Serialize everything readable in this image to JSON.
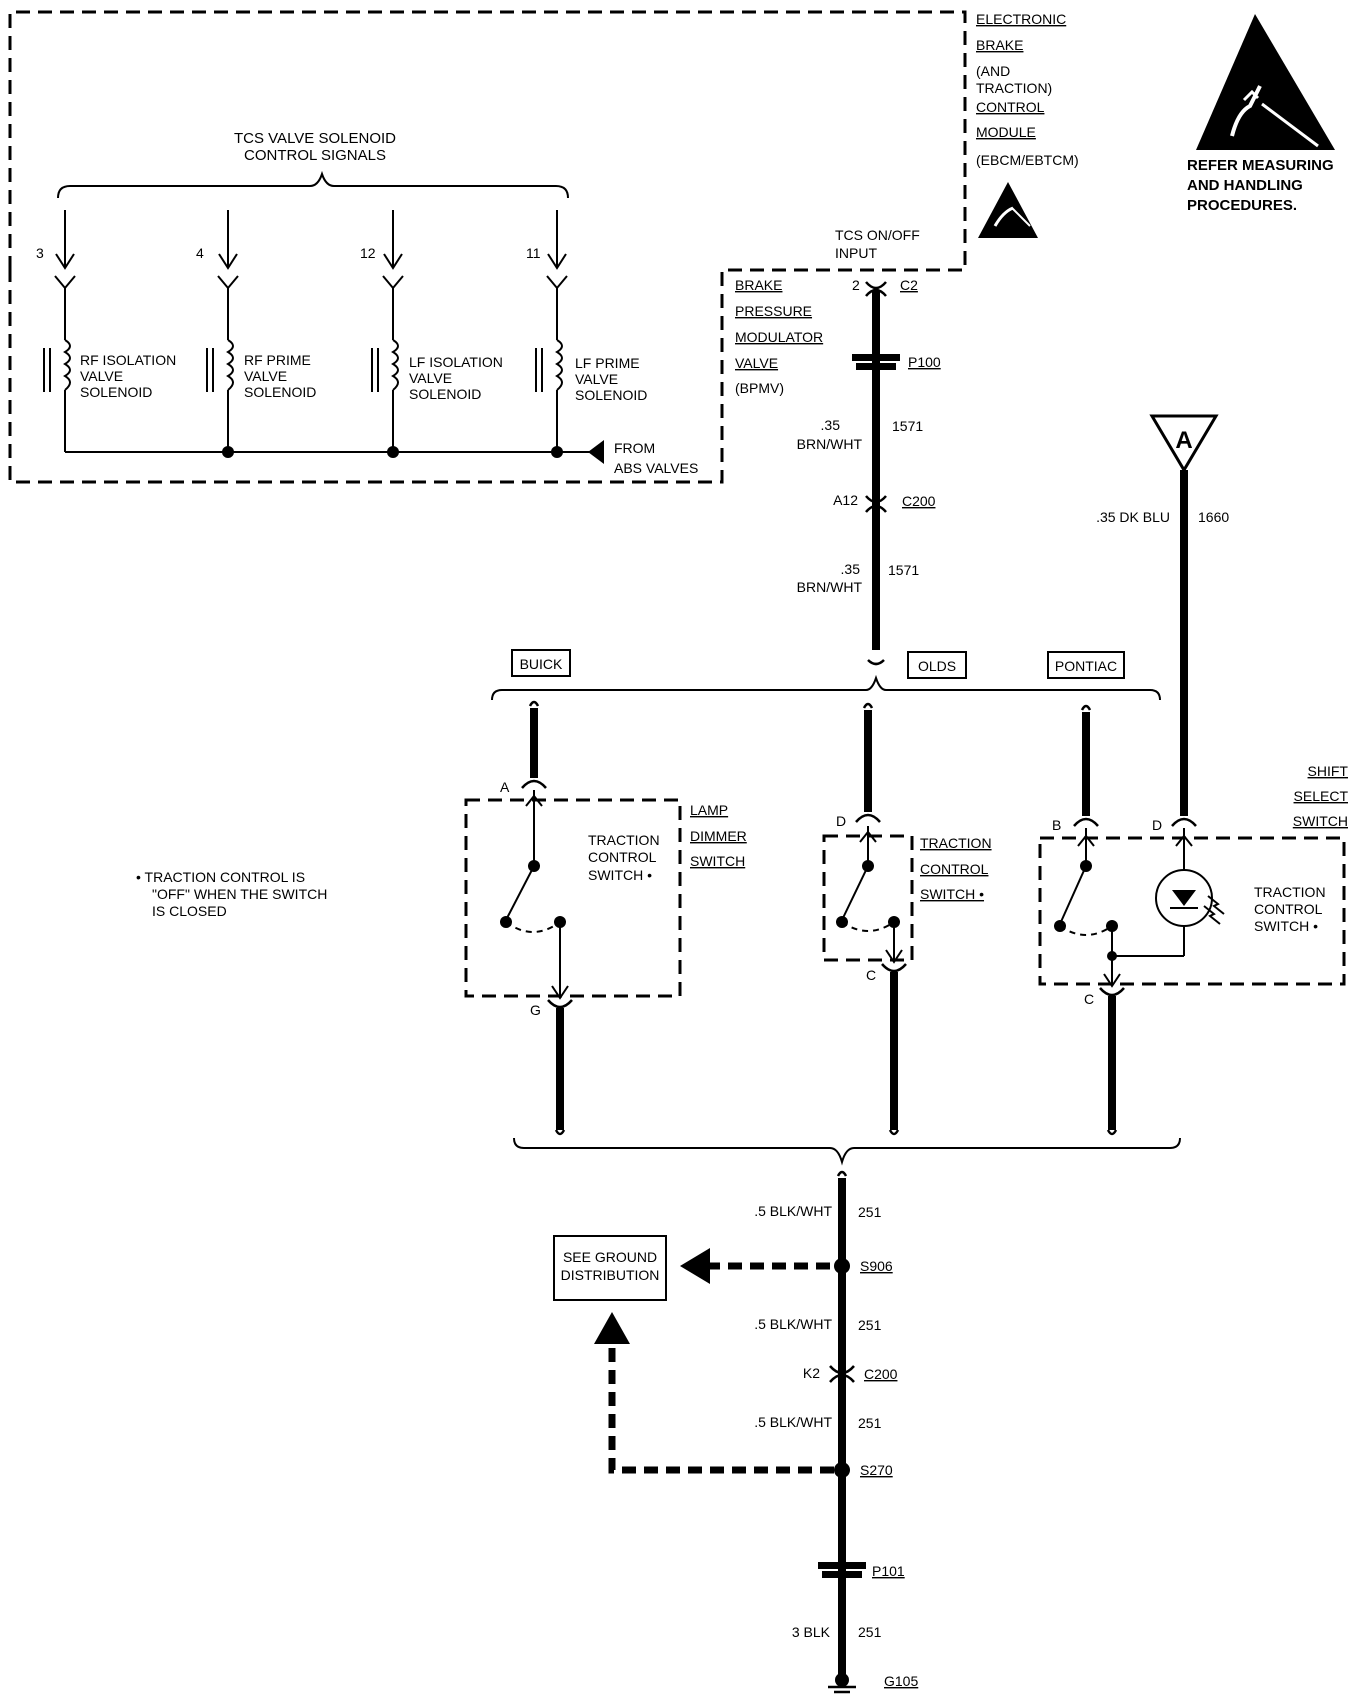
{
  "module": {
    "lines": [
      "ELECTRONIC",
      "BRAKE",
      "(AND",
      "TRACTION)",
      "CONTROL",
      "MODULE",
      "(EBCM/EBTCM)"
    ]
  },
  "warning": {
    "lines": [
      "REFER MEASURING",
      "AND HANDLING",
      "PROCEDURES."
    ],
    "icon": "esd-warning-icon"
  },
  "tcs_signals": {
    "lines": [
      "TCS VALVE SOLENOID",
      "CONTROL SIGNALS"
    ],
    "pins": [
      "3",
      "4",
      "12",
      "11"
    ]
  },
  "solenoids": [
    {
      "lines": [
        "RF ISOLATION",
        "VALVE",
        "SOLENOID"
      ]
    },
    {
      "lines": [
        "RF PRIME",
        "VALVE",
        "SOLENOID"
      ]
    },
    {
      "lines": [
        "LF ISOLATION",
        "VALVE",
        "SOLENOID"
      ]
    },
    {
      "lines": [
        "LF PRIME",
        "VALVE",
        "SOLENOID"
      ]
    }
  ],
  "from_abs": [
    "FROM",
    "ABS VALVES"
  ],
  "bpmv": {
    "lines": [
      "BRAKE",
      "PRESSURE",
      "MODULATOR",
      "VALVE",
      "(BPMV)"
    ]
  },
  "tcs_input": {
    "lines": [
      "TCS ON/OFF",
      "INPUT"
    ],
    "pin": "2",
    "connector": "C2"
  },
  "upper_circuit": {
    "p100": "P100",
    "wire1_gauge": ".35",
    "wire1_color": "BRN/WHT",
    "wire1_circuit": "1571",
    "c200_pin": "A12",
    "c200": "C200",
    "wire2_gauge": ".35",
    "wire2_color": "BRN/WHT",
    "wire2_circuit": "1571"
  },
  "makes": [
    "BUICK",
    "OLDS",
    "PONTIAC"
  ],
  "circuit_a": {
    "label": "A",
    "wire": ".35 DK BLU",
    "circuit": "1660"
  },
  "note": {
    "lines": [
      "• TRACTION CONTROL IS",
      "\"OFF\" WHEN THE SWITCH",
      "IS CLOSED"
    ]
  },
  "buick": {
    "pin_top": "A",
    "pin_bottom": "G",
    "switch_lines": [
      "TRACTION",
      "CONTROL",
      "SWITCH •"
    ],
    "component_lines": [
      "LAMP",
      "DIMMER",
      "SWITCH"
    ]
  },
  "olds": {
    "pin_top": "D",
    "pin_bottom": "C",
    "component_lines": [
      "TRACTION",
      "CONTROL",
      "SWITCH •"
    ]
  },
  "pontiac": {
    "pin_top_left": "B",
    "pin_top_right": "D",
    "pin_bottom": "C",
    "component_lines": [
      "SHIFT",
      "SELECT",
      "SWITCH"
    ],
    "switch_lines": [
      "TRACTION",
      "CONTROL",
      "SWITCH •"
    ]
  },
  "ground_circuit": {
    "wire1": ".5 BLK/WHT",
    "circuit1": "251",
    "s906": "S906",
    "wire2": ".5 BLK/WHT",
    "circuit2": "251",
    "c200_pin": "K2",
    "c200": "C200",
    "wire3": ".5 BLK/WHT",
    "circuit3": "251",
    "s270": "S270",
    "p101": "P101",
    "wire4": "3 BLK",
    "circuit4": "251",
    "g105": "G105"
  },
  "see_ground": [
    "SEE GROUND",
    "DISTRIBUTION"
  ]
}
